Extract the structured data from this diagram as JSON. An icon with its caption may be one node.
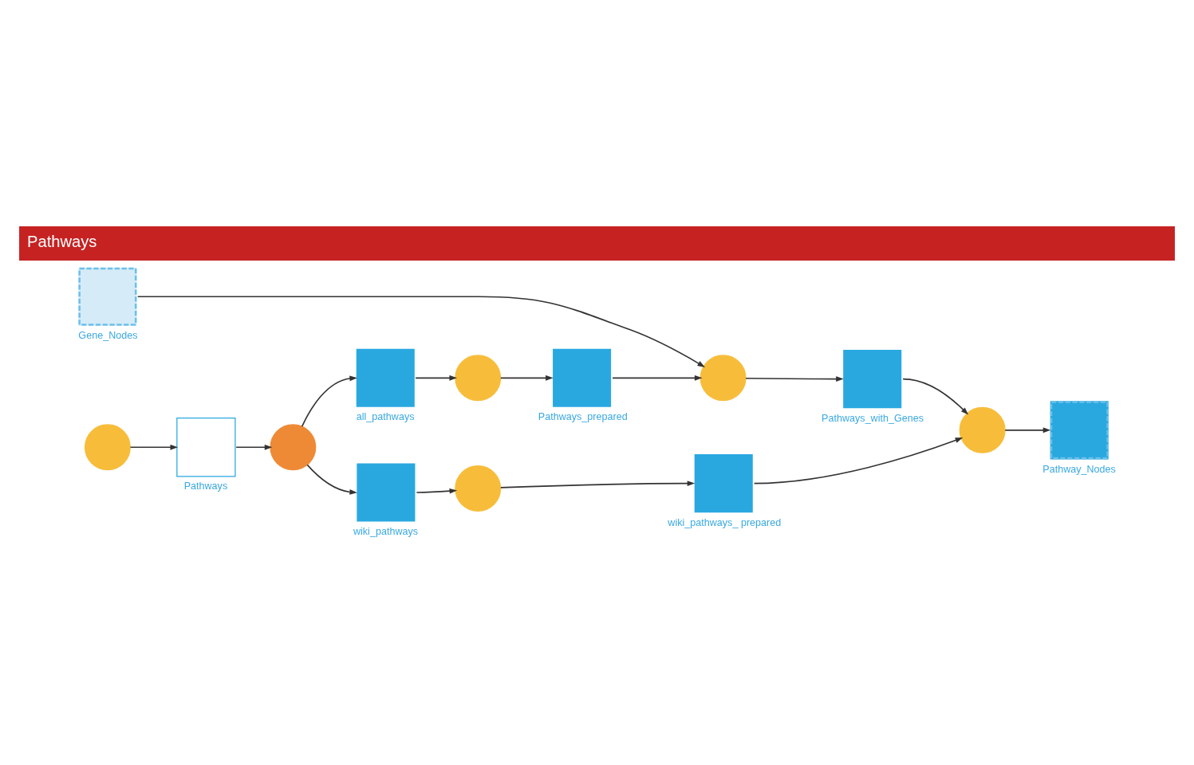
{
  "diagram": {
    "title": "Pathways",
    "nodes": [
      {
        "text": [
          "Gene_Nodes"
        ]
      },
      {
        "text": [],
        "shape": "circle"
      },
      {
        "text": [
          "Pathways"
        ]
      },
      {
        "text": [],
        "shape": "circle"
      },
      {
        "text": [
          "all_pathways"
        ]
      },
      {
        "text": [],
        "shape": "circle"
      },
      {
        "text": [
          "Pathways_prepared"
        ]
      },
      {
        "text": [],
        "shape": "circle"
      },
      {
        "text": [
          "Pathways_with_Genes"
        ]
      },
      {
        "text": [
          "wiki_pathways"
        ]
      },
      {
        "text": [],
        "shape": "circle"
      },
      {
        "text": [
          "wiki_pathways_ prepared"
        ]
      },
      {
        "text": [],
        "shape": "circle"
      },
      {
        "text": [
          "Pathway_Nodes"
        ]
      }
    ],
    "edges": [
      {
        "from": 0,
        "to": 7,
        "arrow": "to"
      },
      {
        "from": 1,
        "to": 2,
        "arrow": "to"
      },
      {
        "from": 2,
        "to": 3,
        "arrow": "to"
      },
      {
        "from": 3,
        "to": 4,
        "arrow": "to"
      },
      {
        "from": 3,
        "to": 9,
        "arrow": "to"
      },
      {
        "from": 4,
        "to": 5,
        "arrow": "to"
      },
      {
        "from": 5,
        "to": 6,
        "arrow": "to"
      },
      {
        "from": 6,
        "to": 7,
        "arrow": "to"
      },
      {
        "from": 7,
        "to": 8,
        "arrow": "to"
      },
      {
        "from": 8,
        "to": 12,
        "arrow": "to"
      },
      {
        "from": 9,
        "to": 10,
        "arrow": "to"
      },
      {
        "from": 10,
        "to": 11,
        "arrow": "to"
      },
      {
        "from": 11,
        "to": 12,
        "arrow": "to"
      },
      {
        "from": 12,
        "to": 13,
        "arrow": "to"
      }
    ]
  }
}
